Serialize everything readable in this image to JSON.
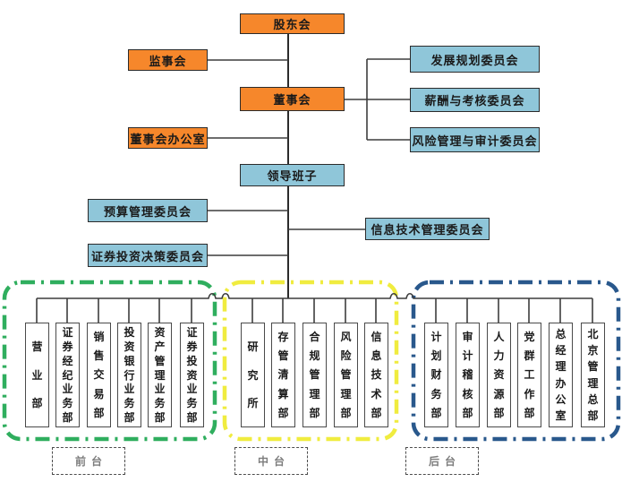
{
  "nodes": {
    "shareholders": "股东会",
    "supervisory_board": "监事会",
    "board_of_directors": "董事会",
    "board_office": "董事会办公室",
    "leadership_team": "领导班子",
    "budget_mgmt_committee": "预算管理委员会",
    "securities_investment_decision_committee": "证券投资决策委员会",
    "development_planning_committee": "发展规划委员会",
    "compensation_appraisal_committee": "薪酬与考核委员会",
    "risk_mgmt_audit_committee": "风险管理与审计委员会",
    "it_mgmt_committee": "信息技术管理委员会"
  },
  "groups": [
    {
      "label": "前台",
      "departments": [
        "营业部",
        "证券经纪业务部",
        "销售交易部",
        "投资银行业务部",
        "资产管理业务部",
        "证券投资业务部"
      ]
    },
    {
      "label": "中台",
      "departments": [
        "研究所",
        "存管清算部",
        "合规管理部",
        "风险管理部",
        "信息技术部"
      ]
    },
    {
      "label": "后台",
      "departments": [
        "计划财务部",
        "审计稽核部",
        "人力资源部",
        "党群工作部",
        "总经理办公室",
        "北京管理总部"
      ]
    }
  ],
  "colors": {
    "orange": "#f6872b",
    "lightblue": "#8fc6d9",
    "green": "#2fae5e",
    "yellow": "#f0ec3f",
    "navy": "#29588c"
  }
}
